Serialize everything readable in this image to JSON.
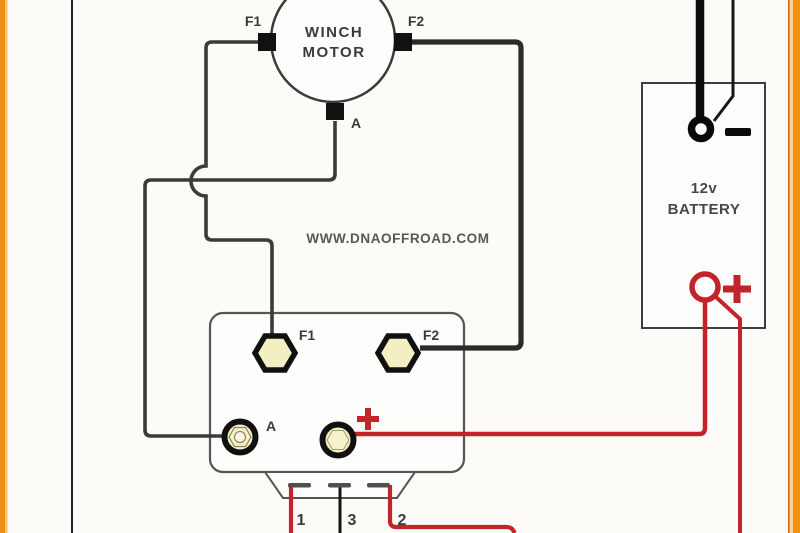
{
  "diagram": {
    "watermark": "WWW.DNAOFFROAD.COM",
    "motor": {
      "name_line1": "WINCH",
      "name_line2": "MOTOR",
      "terminal_f1": "F1",
      "terminal_f2": "F2",
      "terminal_a": "A"
    },
    "battery": {
      "voltage": "12v",
      "label": "BATTERY",
      "negative_symbol": "-",
      "positive_symbol": "+"
    },
    "solenoid": {
      "terminal_f1": "F1",
      "terminal_f2": "F2",
      "terminal_a": "A",
      "terminal_plus_symbol": "+",
      "pin_1": "1",
      "pin_3": "3",
      "pin_2": "2"
    },
    "colors": {
      "wire_black": "#3a3a3a",
      "wire_red": "#c3242a",
      "border_orange": "#ef9114",
      "terminal_cream": "#f4efc3"
    }
  }
}
